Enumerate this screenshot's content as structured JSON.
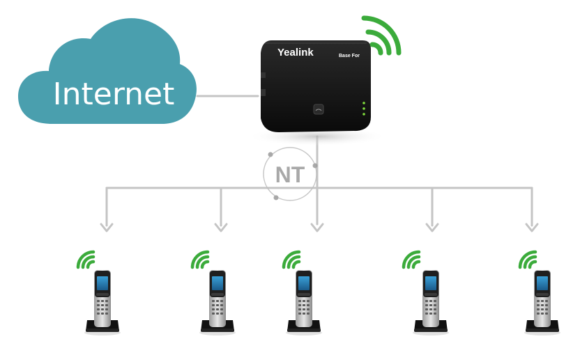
{
  "cloud": {
    "label": "Internet",
    "color": "#4a9fae"
  },
  "base_station": {
    "brand": "Yealink",
    "model": "Base For",
    "body_color": "#151515",
    "led_color": "#7fdc3c"
  },
  "watermark": {
    "text": "NT"
  },
  "connectors": {
    "color": "#c4c4c4"
  },
  "signal": {
    "color": "#3bab3b",
    "icon": "wifi-signal-icon"
  },
  "handsets": [
    {
      "id": "handset-1"
    },
    {
      "id": "handset-2"
    },
    {
      "id": "handset-3"
    },
    {
      "id": "handset-4"
    },
    {
      "id": "handset-5"
    }
  ]
}
